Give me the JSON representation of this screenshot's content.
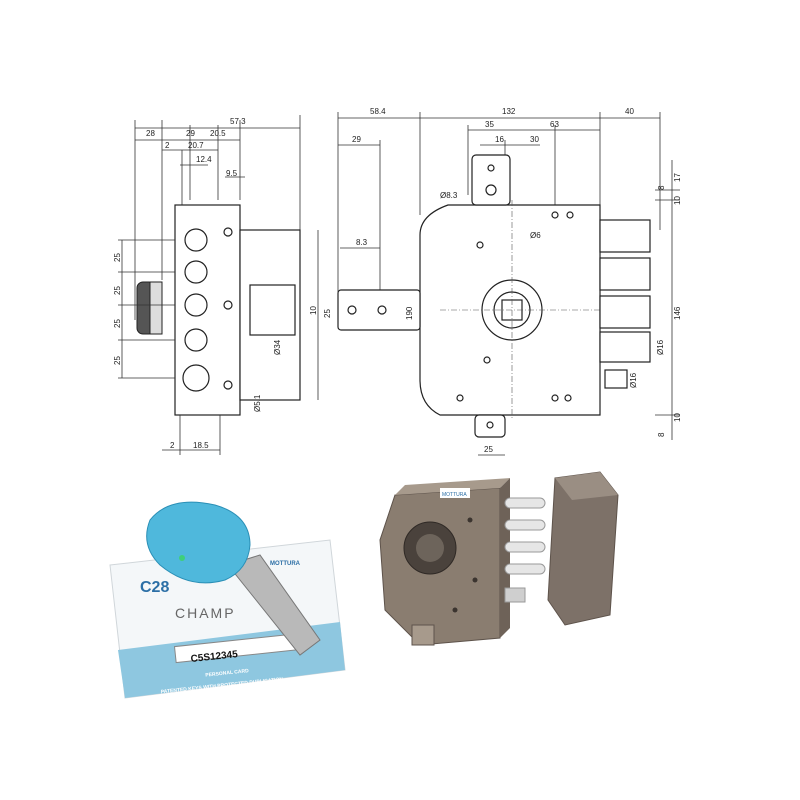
{
  "side_view": {
    "dims_top": [
      "57.3",
      "28",
      "29",
      "20.5",
      "2",
      "20.7",
      "12.4",
      "9.5"
    ],
    "dims_left": [
      "25",
      "25",
      "25",
      "25"
    ],
    "dims_right": [
      "10",
      "Ø34",
      "Ø5.1"
    ],
    "dims_bottom": [
      "2",
      "18.5"
    ]
  },
  "front_view": {
    "dims_top": [
      "58.4",
      "132",
      "40",
      "29",
      "35",
      "63",
      "16",
      "30"
    ],
    "dims_inner": [
      "Ø8.3",
      "Ø6",
      "8.3",
      "25",
      "190"
    ],
    "dims_right": [
      "8",
      "17",
      "10",
      "146",
      "Ø16",
      "Ø16",
      "8",
      "10"
    ],
    "dims_bottom": [
      "25"
    ]
  },
  "key_card": {
    "brand_logo": "MOTTURA",
    "model": "C28",
    "series": "CHAMP",
    "serial": "C5S12345",
    "line1": "PERSONAL CARD",
    "line2": "PATENTED KEYS WITH PROTECTED DUPLICATION",
    "colors": {
      "key_head": "#4fb8dc",
      "card_band": "#8ec7e0",
      "blade": "#b9b9b9"
    }
  },
  "lock_photo": {
    "label": "MOTTURA",
    "colors": {
      "body": "#8a7d70",
      "bolts": "#e6e6e6",
      "strike": "#7d7168"
    }
  }
}
